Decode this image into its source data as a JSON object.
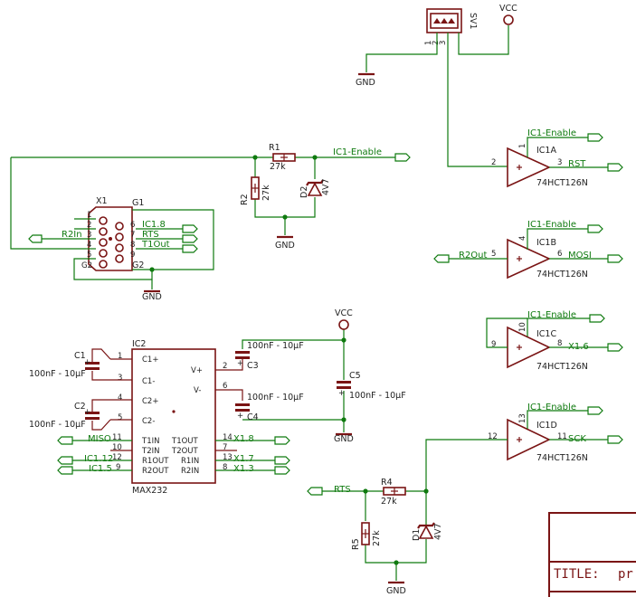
{
  "sv1": {
    "ref": "SV1",
    "pins": [
      "1",
      "2",
      "3"
    ]
  },
  "power": {
    "vcc": "VCC",
    "gnd": "GND"
  },
  "nets": {
    "ic1_enable": "IC1-Enable",
    "rst": "RST",
    "mosi": "MOSI",
    "sck": "SCK",
    "r2out": "R2Out",
    "r2in": "R2In",
    "rts": "RTS",
    "t1out": "T1Out",
    "miso": "MISO",
    "ic1_8": "IC1.8",
    "ic1_12": "IC1.12",
    "ic1_5": "IC1.5",
    "x1_6": "X1.6",
    "x1_8": "X1.8",
    "x1_7": "X1.7",
    "x1_3": "X1.3"
  },
  "resistors": [
    {
      "ref": "R1",
      "value": "27k"
    },
    {
      "ref": "R2",
      "value": "27k"
    },
    {
      "ref": "R4",
      "value": "27k"
    },
    {
      "ref": "R5",
      "value": "27k"
    }
  ],
  "diodes": [
    {
      "ref": "D2",
      "value": "4V7"
    },
    {
      "ref": "D1",
      "value": "4V7"
    }
  ],
  "capacitors": [
    {
      "ref": "C1",
      "value": "100nF - 10µF"
    },
    {
      "ref": "C2",
      "value": "100nF - 10µF"
    },
    {
      "ref": "C3",
      "value": "100nF - 10µF"
    },
    {
      "ref": "C4",
      "value": "100nF - 10µF"
    },
    {
      "ref": "C5",
      "value": "100nF - 10µF"
    }
  ],
  "connector_x1": {
    "ref": "X1",
    "g1": "G1",
    "g2": "G2",
    "pins": [
      "1",
      "2",
      "3",
      "4",
      "5",
      "6",
      "7",
      "8",
      "9"
    ]
  },
  "gates": [
    {
      "ref": "IC1A",
      "part": "74HCT126N",
      "in": "2",
      "en": "1",
      "out": "3"
    },
    {
      "ref": "IC1B",
      "part": "74HCT126N",
      "in": "5",
      "en": "4",
      "out": "6"
    },
    {
      "ref": "IC1C",
      "part": "74HCT126N",
      "in": "9",
      "en": "10",
      "out": "8"
    },
    {
      "ref": "IC1D",
      "part": "74HCT126N",
      "in": "12",
      "en": "13",
      "out": "11"
    }
  ],
  "max232": {
    "ref": "IC2",
    "part": "MAX232",
    "pins_left": [
      {
        "name": "C1+",
        "num": "1"
      },
      {
        "name": "C1-",
        "num": "3"
      },
      {
        "name": "C2+",
        "num": "4"
      },
      {
        "name": "C2-",
        "num": "5"
      },
      {
        "name": "T1IN",
        "num": "11"
      },
      {
        "name": "T2IN",
        "num": "10"
      },
      {
        "name": "R1OUT",
        "num": "12"
      },
      {
        "name": "R2OUT",
        "num": "9"
      }
    ],
    "pins_right": [
      {
        "name": "V+",
        "num": "2"
      },
      {
        "name": "V-",
        "num": "6"
      },
      {
        "name": "T1OUT",
        "num": "14"
      },
      {
        "name": "T2OUT",
        "num": "7"
      },
      {
        "name": "R1IN",
        "num": "13"
      },
      {
        "name": "R2IN",
        "num": "8"
      }
    ]
  },
  "title_block": {
    "title_label": "TITLE:",
    "title_value": "pr"
  },
  "colors": {
    "wire": "#0f7a0f",
    "component": "#7a1414",
    "background": "#ffffff"
  }
}
